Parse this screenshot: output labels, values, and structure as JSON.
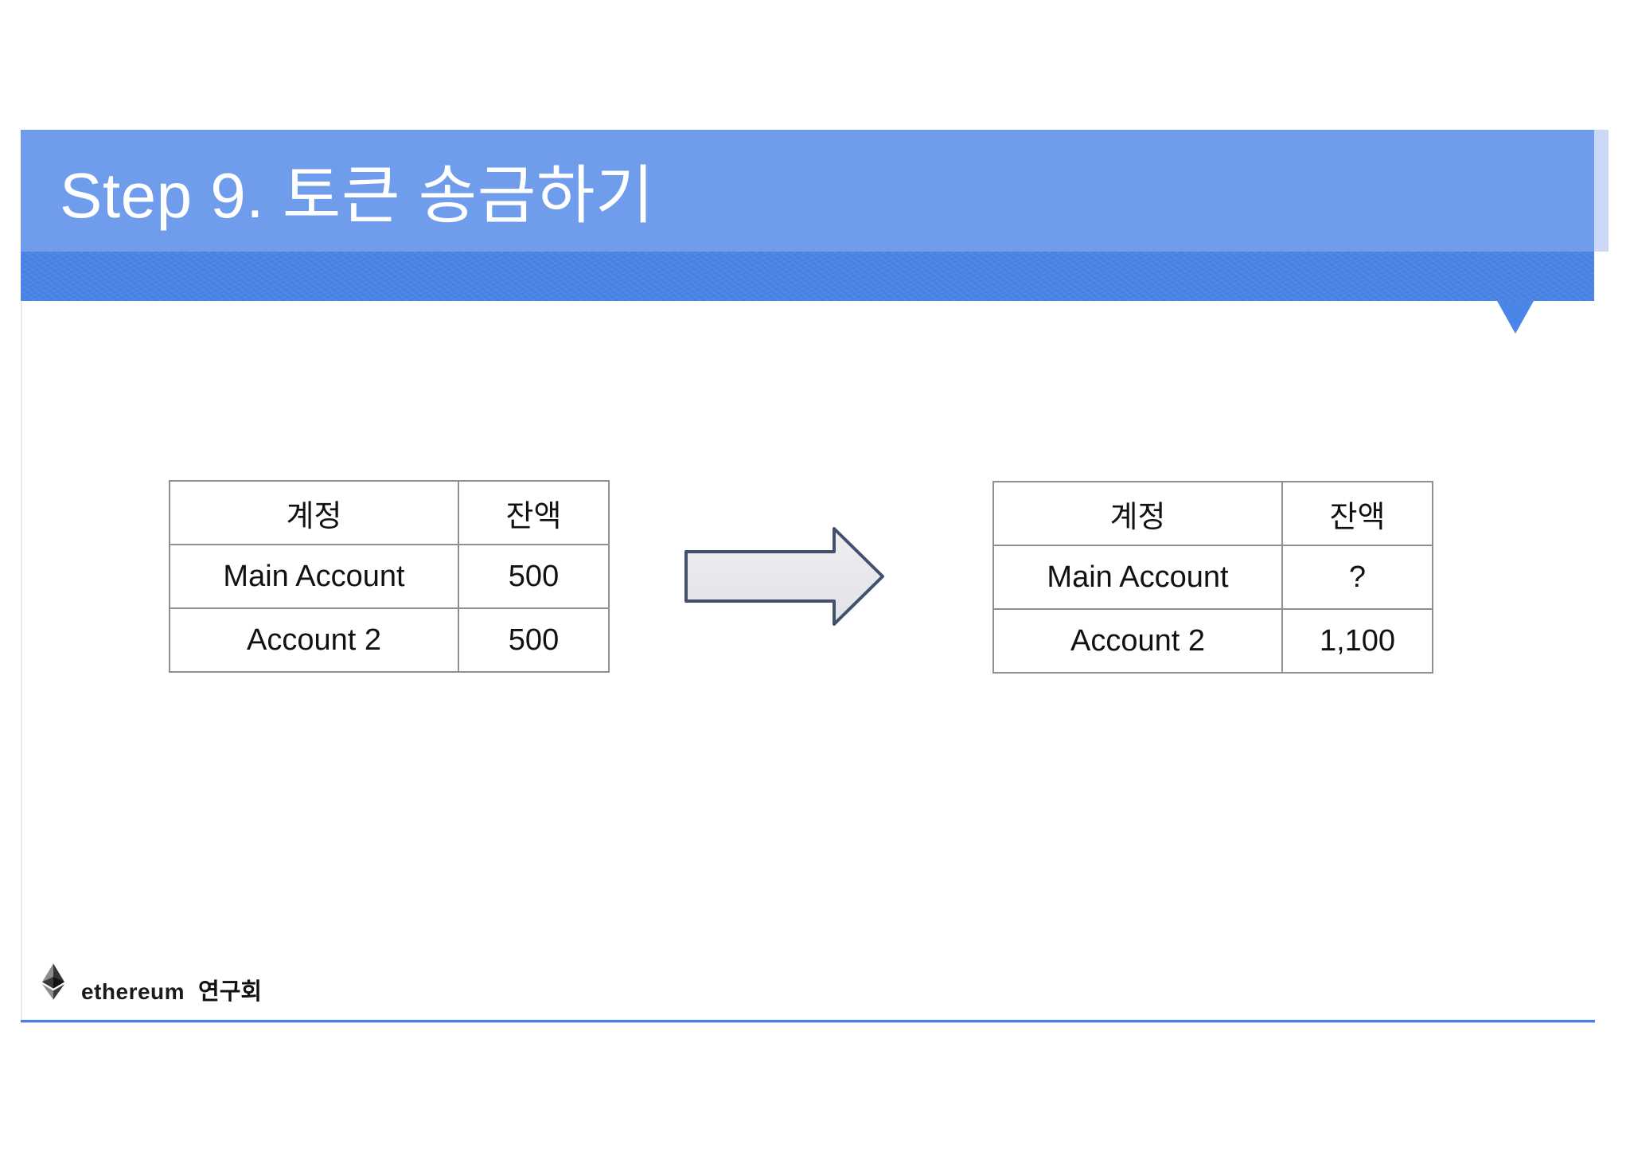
{
  "slide": {
    "title": "Step 9. 토큰 송금하기"
  },
  "tables": {
    "before": {
      "headers": [
        "계정",
        "잔액"
      ],
      "rows": [
        [
          "Main Account",
          "500"
        ],
        [
          "Account 2",
          "500"
        ]
      ]
    },
    "after": {
      "headers": [
        "계정",
        "잔액"
      ],
      "rows": [
        [
          "Main Account",
          "?"
        ],
        [
          "Account 2",
          "1,100"
        ]
      ]
    }
  },
  "footer": {
    "brand": "ethereum",
    "group": "연구회"
  },
  "icons": {
    "arrow": "right-block-arrow-icon",
    "logo": "ethereum-diamond-icon"
  },
  "colors": {
    "band_light": "#6f9ceb",
    "band_dark": "#4a85e8",
    "band_shadow": "#ccd9f6",
    "footer_line": "#4a80e2",
    "table_border": "#8f8f8f",
    "arrow_fill": "#e9e9ec",
    "arrow_stroke": "#42506e",
    "title_text": "#ffffff",
    "body_text": "#111111"
  }
}
